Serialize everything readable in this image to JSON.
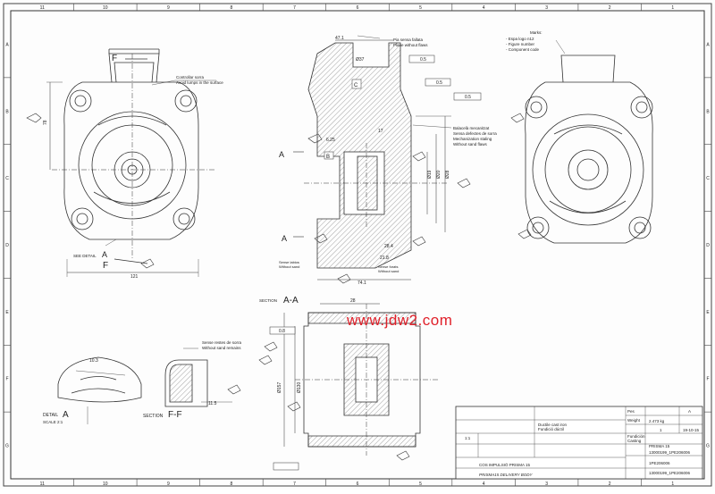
{
  "frame": {
    "columns": [
      "11",
      "10",
      "9",
      "8",
      "7",
      "6",
      "5",
      "4",
      "3",
      "2",
      "1"
    ],
    "rows": [
      "A",
      "B",
      "C",
      "D",
      "E",
      "F",
      "G"
    ]
  },
  "watermark": "www.jdw2.com",
  "views": {
    "front": {
      "label_f_top": "F",
      "label_f_bottom": "F",
      "label_a": "A",
      "see_detail": "SEE DETAIL",
      "note": [
        "Controllar sorra",
        "Avoid lumps in the surface"
      ],
      "dim_width": "121",
      "dim_height": "78"
    },
    "section_top": {
      "dim_top": "47.1",
      "dim_dia": "Ø37",
      "dim_6": "6.25",
      "dim_17": "17",
      "dim_21": "21.8",
      "dim_28": "28.4",
      "dim_bottom": "74.1",
      "dim_d1": "Ø19",
      "dim_d2": "Ø20",
      "dim_d3": "Ø28",
      "label_a_left": "A",
      "label_a_right": "A",
      "label_c": "C",
      "label_b": "B",
      "tol_1": "0.5",
      "tol_2": "0.5",
      "tol_3": "0.5",
      "note_top": [
        "Pia sensa fallata",
        "Plane without flaws"
      ],
      "note_right": [
        "Balacelà mecanitzat",
        "Sensa defectes de sorra",
        "Mechanization staling",
        "Without sand flaws"
      ],
      "note_bottom_left": [
        "Sense labios",
        "Without sand"
      ],
      "note_bottom_right": [
        "Sense forats",
        "Without sand"
      ]
    },
    "back": {
      "marks": [
        "Marks:",
        "- Espa logo n12",
        "- Figure number",
        "- Component code"
      ]
    },
    "section_aa": {
      "title": "SECTION",
      "label": "A-A",
      "dim_top": "28",
      "dim_left": "Ø157",
      "dim_inner": "Ø130",
      "tol": "0.8"
    },
    "detail_a": {
      "label": "DETAIL",
      "letter": "A",
      "scale": "SCALE 2:1",
      "dim": "10.3"
    },
    "section_ff": {
      "label": "SECTION",
      "letter": "F-F",
      "note": [
        "Sense restes de sorra",
        "Without sand remains"
      ],
      "dim": "11.5"
    }
  },
  "title_block": {
    "weight": "2.473 kg",
    "date": "19-10-15",
    "quantity": "1",
    "scale": "1:1",
    "material": "Ductile cast iron",
    "material_spec": "Fundició dúctil",
    "title_ca": "COS IMPULSIÓ PRISMA 15",
    "title_en": "PRISMA15 DELIVERY BODY",
    "product": "PRISMA 15",
    "code_1": "13000199_1PE206006",
    "code_2": "1PE206006",
    "code_3": "13000199_1PE206006",
    "rows": [
      "Fundición",
      "Casting",
      "Pes",
      "Weight"
    ],
    "revision": "A"
  }
}
